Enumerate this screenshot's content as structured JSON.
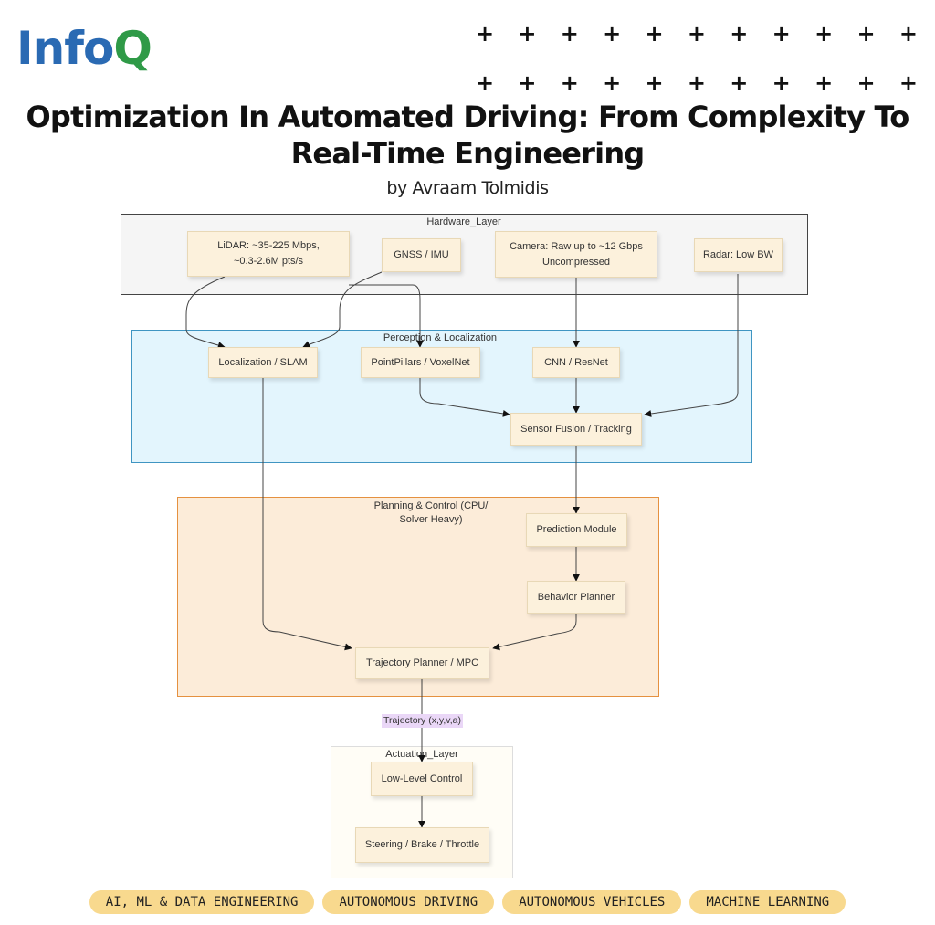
{
  "brand": {
    "logo_part1": "Info",
    "logo_part2": "Q"
  },
  "header": {
    "title_line1": "Optimization In Automated Driving: From Complexity To",
    "title_line2": "Real-Time Engineering",
    "author": "by Avraam Tolmidis"
  },
  "decor": {
    "plus_glyph": "+"
  },
  "diagram": {
    "groups": {
      "hardware": "Hardware_Layer",
      "perception": "Perception & Localization",
      "planning_line1": "Planning & Control (CPU/",
      "planning_line2": "Solver Heavy)",
      "actuation": "Actuation_Layer"
    },
    "nodes": {
      "lidar_line1": "LiDAR: ~35-225 Mbps,",
      "lidar_line2": "~0.3-2.6M pts/s",
      "gnss": "GNSS / IMU",
      "camera_line1": "Camera: Raw up to ~12 Gbps",
      "camera_line2": "Uncompressed",
      "radar": "Radar: Low BW",
      "localization": "Localization / SLAM",
      "pointpillars": "PointPillars / VoxelNet",
      "cnn": "CNN / ResNet",
      "fusion": "Sensor Fusion / Tracking",
      "prediction": "Prediction Module",
      "behavior": "Behavior Planner",
      "trajectory": "Trajectory Planner / MPC",
      "lowlevel": "Low-Level Control",
      "steering": "Steering / Brake / Throttle"
    },
    "edge_labels": {
      "trajectory_output": "Trajectory (x,y,v,a)"
    }
  },
  "tags": [
    "AI, ML & DATA ENGINEERING",
    "AUTONOMOUS DRIVING",
    "AUTONOMOUS VEHICLES",
    "MACHINE LEARNING"
  ]
}
